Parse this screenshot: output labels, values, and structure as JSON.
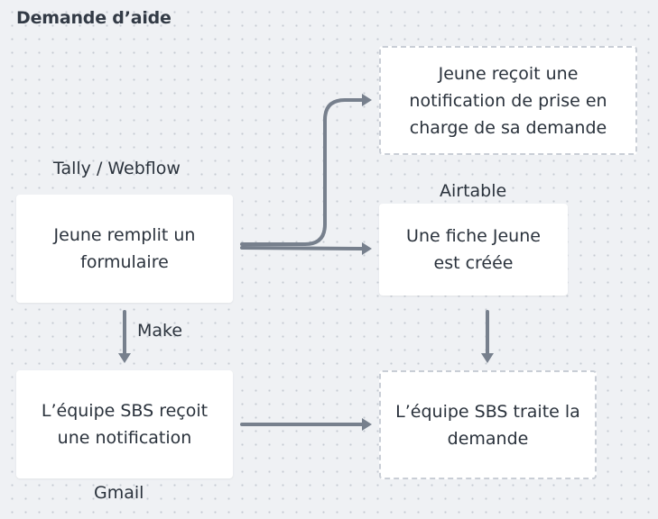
{
  "frame": {
    "title": "Demande d’aide"
  },
  "nodes": {
    "form": "Jeune remplit un\nformulaire",
    "notification_prise": "Jeune reçoit une\nnotification de prise en\ncharge de sa demande",
    "fiche": "Une fiche Jeune\nest créée",
    "equipe_notif": "L’équipe SBS reçoit\nune notification",
    "equipe_traite": "L’équipe SBS traite la\ndemande"
  },
  "tool_labels": {
    "tally": "Tally / Webflow",
    "airtable": "Airtable",
    "make": "Make",
    "gmail": "Gmail"
  },
  "colors": {
    "connector": "#77808d",
    "background": "#eff1f4",
    "node": "#ffffff",
    "dashed_border": "#c9ced6"
  }
}
